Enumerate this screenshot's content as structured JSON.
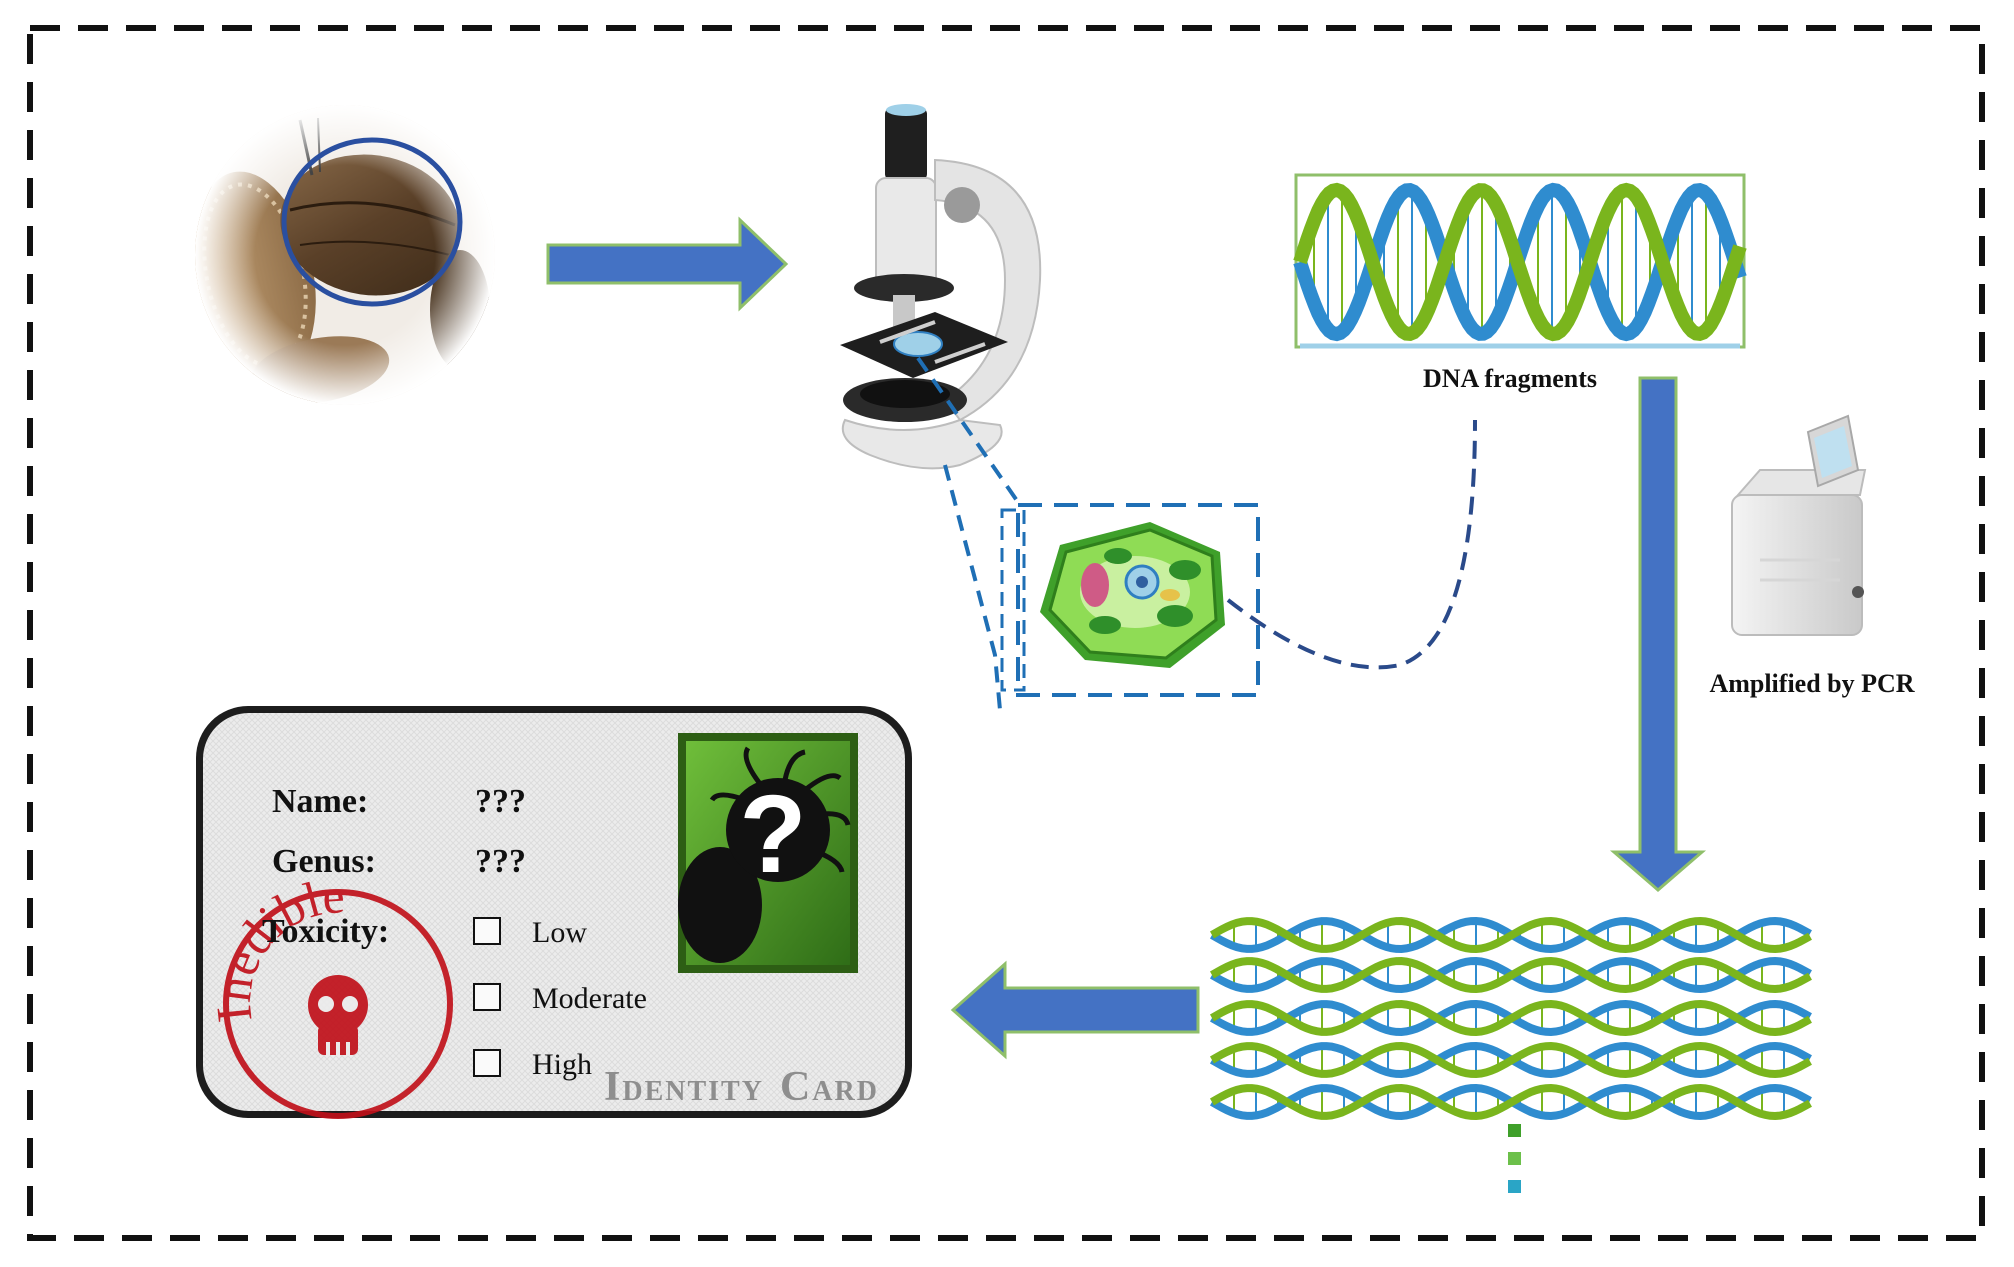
{
  "labels": {
    "dna_fragments": "DNA fragments",
    "amplified_by_pcr": "Amplified by PCR"
  },
  "card": {
    "name_label": "Name:",
    "name_value": "???",
    "genus_label": "Genus:",
    "genus_value": "???",
    "toxicity_label": "Toxicity:",
    "options": [
      "Low",
      "Moderate",
      "High"
    ],
    "title_big_1": "I",
    "title_small_1": "DENTITY",
    "title_big_2": "C",
    "title_small_2": "ARD",
    "photo_glyph": "?",
    "stamp_text": "Inedible"
  },
  "colors": {
    "arrow_blue": "#4472c4",
    "arrow_outline": "#8fbf6a",
    "dna_green": "#7ab51d",
    "dna_blue": "#2f8ccf",
    "dashed_blue": "#1f6fb5",
    "stamp_red": "#c0111a",
    "frame": "#111111"
  },
  "icons": [
    "seed-sample-icon",
    "microscope-icon",
    "plant-cell-icon",
    "pcr-machine-icon",
    "dna-helix-icon",
    "skull-icon",
    "mystery-organism-icon"
  ]
}
